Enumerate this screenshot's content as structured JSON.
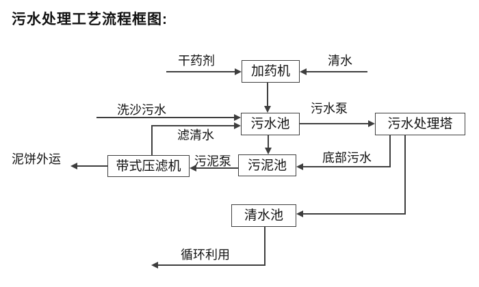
{
  "title": "污水处理工艺流程框图:",
  "nodes": {
    "dosing_machine": "加药机",
    "sewage_pool": "污水池",
    "treatment_tower": "污水处理塔",
    "sludge_pool": "污泥池",
    "belt_filter_press": "带式压滤机",
    "clean_water_pool": "清水池"
  },
  "flow_labels": {
    "dry_agent": "干药剂",
    "clean_water": "清水",
    "sand_washing_sewage": "洗沙污水",
    "sewage_pump": "污水泵",
    "filtered_water": "滤清水",
    "sludge_pump": "污泥泵",
    "bottom_sewage": "底部污水",
    "mud_cake_out": "泥饼外运",
    "recycle": "循环利用"
  },
  "colors": {
    "line": "#3d3d3d",
    "text": "#111111",
    "background": "#ffffff"
  }
}
